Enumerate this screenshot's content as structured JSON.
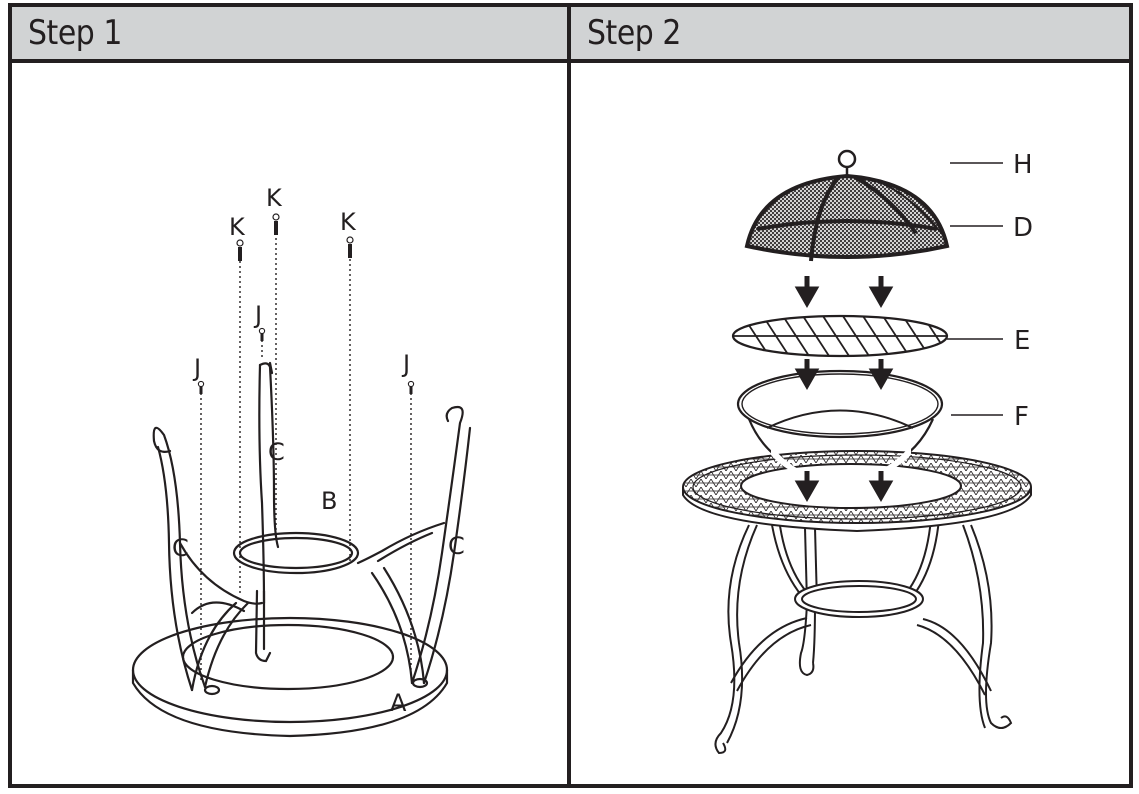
{
  "steps": [
    {
      "title": "Step 1",
      "labels": {
        "k1": "K",
        "k2": "K",
        "k3": "K",
        "j1": "J",
        "j2": "J",
        "j3": "J",
        "b": "B",
        "c_center": "C",
        "c_left": "C",
        "c_right": "C",
        "a": "A"
      }
    },
    {
      "title": "Step 2",
      "labels": {
        "h": "H",
        "d": "D",
        "e": "E",
        "f": "F"
      }
    }
  ],
  "colors": {
    "header_bg": "#d1d3d4",
    "border": "#231f20",
    "line": "#231f20"
  }
}
